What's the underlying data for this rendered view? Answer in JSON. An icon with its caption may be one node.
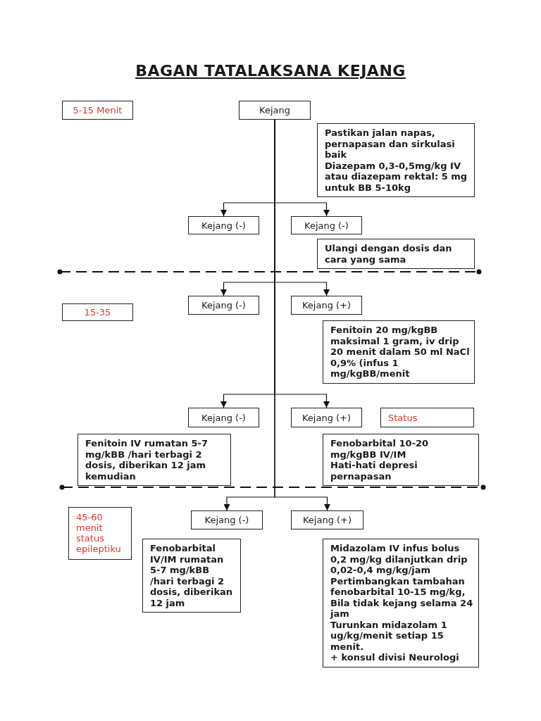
{
  "diagram": {
    "title": "BAGAN TATALAKSANA KEJANG",
    "nodes": [
      {
        "text": [
          "5-15 Menit"
        ]
      },
      {
        "text": [
          "Kejang"
        ]
      },
      {
        "text": [
          "Pastikan jalan napas, pernapasan dan sirkulasi baik",
          "Diazepam 0,3-0,5mg/kg IV atau diazepam rektal: 5 mg untuk BB 5-10kg"
        ]
      },
      {
        "text": [
          "Kejang (-)"
        ]
      },
      {
        "text": [
          "Kejang (-)"
        ]
      },
      {
        "text": [
          "Ulangi dengan dosis dan cara yang sama"
        ]
      },
      {
        "text": [
          "15-35"
        ]
      },
      {
        "text": [
          "Kejang (-)"
        ]
      },
      {
        "text": [
          "Kejang (+)"
        ]
      },
      {
        "text": [
          "Fenitoin 20 mg/kgBB maksimal 1 gram, iv drip 20 menit dalam 50 ml NaCl 0,9% (infus 1 mg/kgBB/menit"
        ]
      },
      {
        "text": [
          "Kejang (-)"
        ]
      },
      {
        "text": [
          "Kejang (+)"
        ]
      },
      {
        "text": [
          "Status"
        ]
      },
      {
        "text": [
          "Fenitoin IV rumatan 5-7 mg/kBB /hari terbagi 2 dosis, diberikan 12 jam kemudian"
        ]
      },
      {
        "text": [
          "Fenobarbital 10-20 mg/kgBB IV/IM",
          "Hati-hati depresi pernapasan"
        ]
      },
      {
        "text": [
          "45-60 menit status epileptiku"
        ]
      },
      {
        "text": [
          "Kejang (-)"
        ]
      },
      {
        "text": [
          "Kejang (+)"
        ]
      },
      {
        "text": [
          "Fenobarbital IV/IM rumatan 5-7 mg/kBB /hari terbagi 2 dosis, diberikan 12 jam"
        ]
      },
      {
        "text": [
          "Midazolam IV infus bolus 0,2 mg/kg dilanjutkan drip 0,02-0,4 mg/kg/jam",
          "Pertimbangkan tambahan fenobarbital 10-15 mg/kg, Bila tidak kejang selama 24 jam",
          "Turunkan midazolam 1 ug/kg/menit setiap 15 menit.",
          "+ konsul divisi Neurologi"
        ]
      }
    ],
    "edges": [
      {
        "from": 1,
        "to": 3,
        "arrow": "to"
      },
      {
        "from": 1,
        "to": 4,
        "arrow": "to"
      },
      {
        "from": 1,
        "to": 7,
        "arrow": "to"
      },
      {
        "from": 1,
        "to": 8,
        "arrow": "to"
      },
      {
        "from": 1,
        "to": 10,
        "arrow": "to"
      },
      {
        "from": 1,
        "to": 11,
        "arrow": "to"
      },
      {
        "from": 1,
        "to": 16,
        "arrow": "to"
      },
      {
        "from": 1,
        "to": 17,
        "arrow": "to"
      }
    ]
  }
}
